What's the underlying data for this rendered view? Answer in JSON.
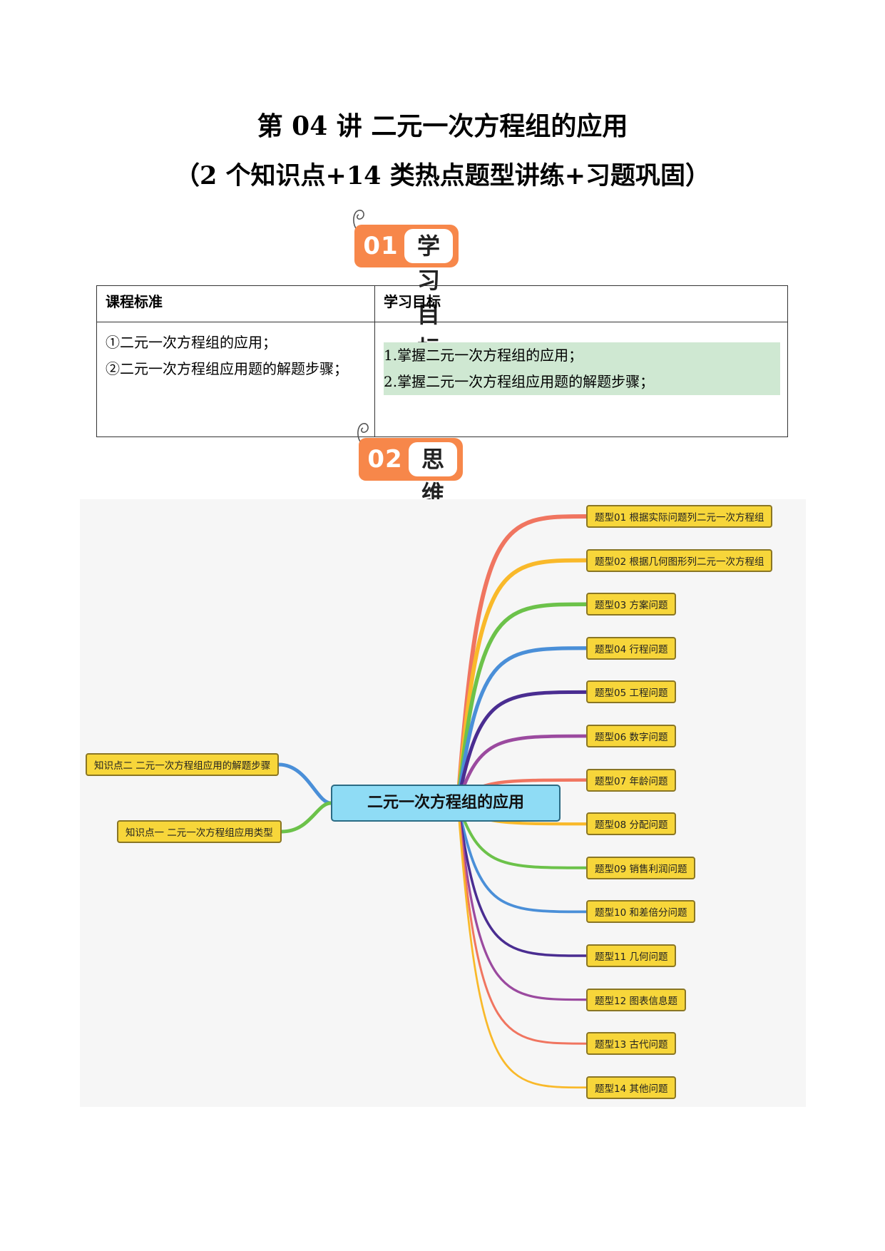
{
  "title": {
    "line1": "第 04 讲  二元一次方程组的应用",
    "line2": "（2 个知识点+14 类热点题型讲练+习题巩固）"
  },
  "section1": {
    "number": "01",
    "label": "学习目标"
  },
  "section2": {
    "number": "02",
    "label": "思维导图"
  },
  "table": {
    "headers": [
      "课程标准",
      "学习目标"
    ],
    "standards": [
      "①二元一次方程组的应用；",
      "②二元一次方程组应用题的解题步骤；"
    ],
    "goals": [
      "1.掌握二元一次方程组的应用；",
      "2.掌握二元一次方程组应用题的解题步骤；"
    ]
  },
  "mindmap": {
    "center": "二元一次方程组的应用",
    "left_nodes": [
      "知识点二 二元一次方程组应用的解题步骤",
      "知识点一  二元一次方程组应用类型"
    ],
    "right_nodes": [
      "题型01  根据实际问题列二元一次方程组",
      "题型02  根据几何图形列二元一次方程组",
      "题型03  方案问题",
      "题型04  行程问题",
      "题型05  工程问题",
      "题型06  数字问题",
      "题型07  年龄问题",
      "题型08  分配问题",
      "题型09  销售利润问题",
      "题型10  和差倍分问题",
      "题型11  几何问题",
      "题型12  图表信息题",
      "题型13  古代问题",
      "题型14  其他问题"
    ],
    "branch_colors": [
      "#f07560",
      "#f9b92a",
      "#6cc24a",
      "#4a8fd8",
      "#4a2d91",
      "#9b4a9f",
      "#f07560",
      "#f9b92a",
      "#6cc24a",
      "#4a8fd8",
      "#4a2d91",
      "#9b4a9f",
      "#f07560",
      "#f9b92a"
    ],
    "left_colors": [
      "#4a8fd8",
      "#6cc24a"
    ]
  },
  "colors": {
    "badge": "#f7874a",
    "node": "#f7d63a",
    "center": "#8fdcf5",
    "goal_highlight": "#cfe8d2"
  }
}
